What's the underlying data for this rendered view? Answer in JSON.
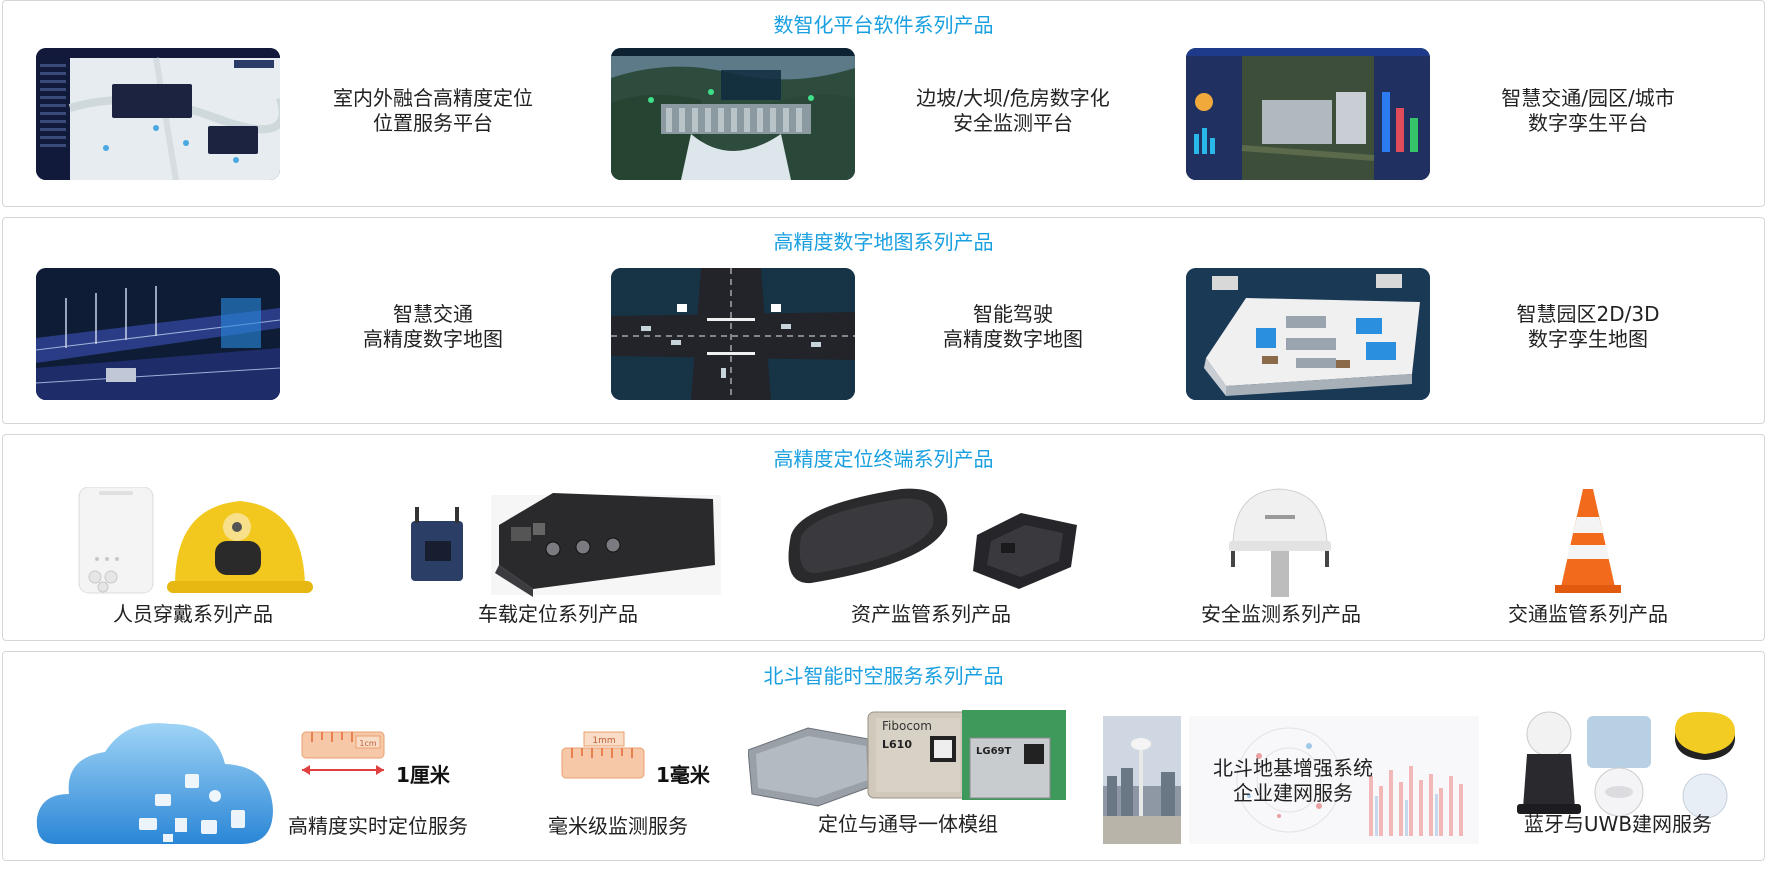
{
  "sections": [
    {
      "title": "数智化平台软件系列产品",
      "items": [
        {
          "line1": "室内外融合高精度定位",
          "line2": "位置服务平台"
        },
        {
          "line1": "边坡/大坝/危房数字化",
          "line2": "安全监测平台"
        },
        {
          "line1": "智慧交通/园区/城市",
          "line2": "数字孪生平台"
        }
      ]
    },
    {
      "title": "高精度数字地图系列产品",
      "items": [
        {
          "line1": "智慧交通",
          "line2": "高精度数字地图"
        },
        {
          "line1": "智能驾驶",
          "line2": "高精度数字地图"
        },
        {
          "line1": "智慧园区2D/3D",
          "line2": "数字孪生地图"
        }
      ]
    },
    {
      "title": "高精度定位终端系列产品",
      "items": [
        {
          "label": "人员穿戴系列产品"
        },
        {
          "label": "车载定位系列产品"
        },
        {
          "label": "资产监管系列产品"
        },
        {
          "label": "安全监测系列产品"
        },
        {
          "label": "交通监管系列产品"
        }
      ]
    },
    {
      "title": "北斗智能时空服务系列产品",
      "items": [
        {
          "label": "高精度实时定位服务",
          "badge": "1厘米",
          "ruler": "1cm"
        },
        {
          "label": "毫米级监测服务",
          "badge": "1毫米",
          "ruler": "1mm"
        },
        {
          "label": "定位与通导一体模组",
          "module1": "Fibocom",
          "module2": "L610",
          "module3": "LG69T"
        },
        {
          "line1": "北斗地基增强系统",
          "line2": "企业建网服务"
        },
        {
          "label": "蓝牙与UWB建网服务"
        }
      ]
    }
  ]
}
